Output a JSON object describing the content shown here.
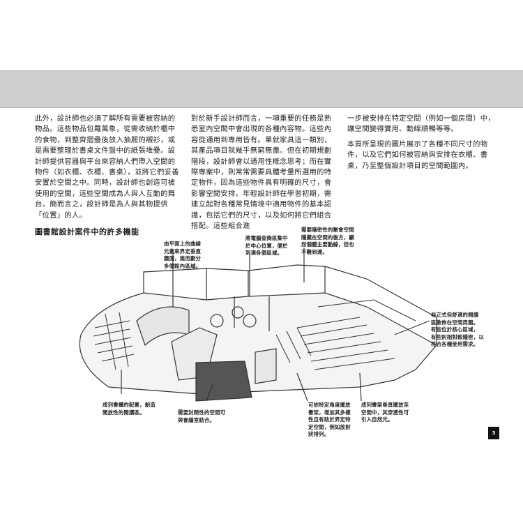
{
  "columns": [
    {
      "paragraphs": [
        "此外，設計師也必須了解所有需要被容納的物品。這些物品包羅萬象，從需收納於櫃中的食物，到整齊摺疊後放入抽屜的襯衫，或是需要整理於書桌文件盤中的紙張堆疊。設計師提供容器與平台來容納人們帶入空間的物件（如衣櫃、衣櫃、書桌），並將它們妥善安置於空間之中。同時，設計師也創造可被使用的空間，這些空間成為人與人互動的舞台。簡而言之，設計師是為人與其物提供「位置」的人。"
      ]
    },
    {
      "paragraphs": [
        "對於新手設計師而言，一項重要的任務是熟悉室內空間中會出現的各種內容物。這些內容從通用到專用皆有。單就家具這一類別，其產品項目就幾乎無窮無盡。但在初期規劃階段，設計師會以通用性概念思考；而在實際專案中，則常常需要具體考量所選用的特定物件，因為這些物件具有明確的尺寸，會影響空間安排。年輕設計師在學習初期，需建立起對各種常見情境中適用物件的基本認識，包括它們的尺寸，以及如何將它們組合搭配。這些組合進"
      ]
    },
    {
      "paragraphs": [
        "一步被安排在特定空間（例如一個房間）中，讓空間變得實用、動線順暢等等。",
        "本頁所呈現的圖片展示了各種不同尺寸的物件，以及它們如何被容納與安排在衣櫃、書桌，乃至整個設計項目的空間範圍內。"
      ]
    }
  ],
  "figure": {
    "title": "圖書館設計案件中的許多機能",
    "callouts": {
      "curved_wall": [
        "由平面上的曲線",
        "元素來界定垂直",
        "牆面，進而劃分",
        "多個館內區域。"
      ],
      "computer": [
        "將電腦查詢區集中",
        "於中心位置，便於",
        "到達各個區域。"
      ],
      "private": [
        "需要隱密性的聚會空間",
        "隱藏在空間的後方，顯",
        "然個體主要動線，但也",
        "不難到達。"
      ],
      "reading": [
        "非正式但舒適的閱讀",
        "區散佈在空間周圍。",
        "有些位於核心區域，",
        "有些則相對較隱密，以",
        "符合各種使用需求。"
      ],
      "stacks_left": [
        "成列書櫃的配置，創造",
        "開放性的閱讀區。"
      ],
      "meeting": [
        "需要封閉性的空間可",
        "與會議室結合。"
      ],
      "angled": [
        "可依特定角度擺放",
        "書架，增加其多樣",
        "性且有助於界定特",
        "定空間，例如放射",
        "狀排列。"
      ],
      "stacks_right": [
        "成列書架垂直擺放至",
        "空間中，其穿透性可",
        "引入自然光。"
      ]
    }
  },
  "page_number": "3"
}
